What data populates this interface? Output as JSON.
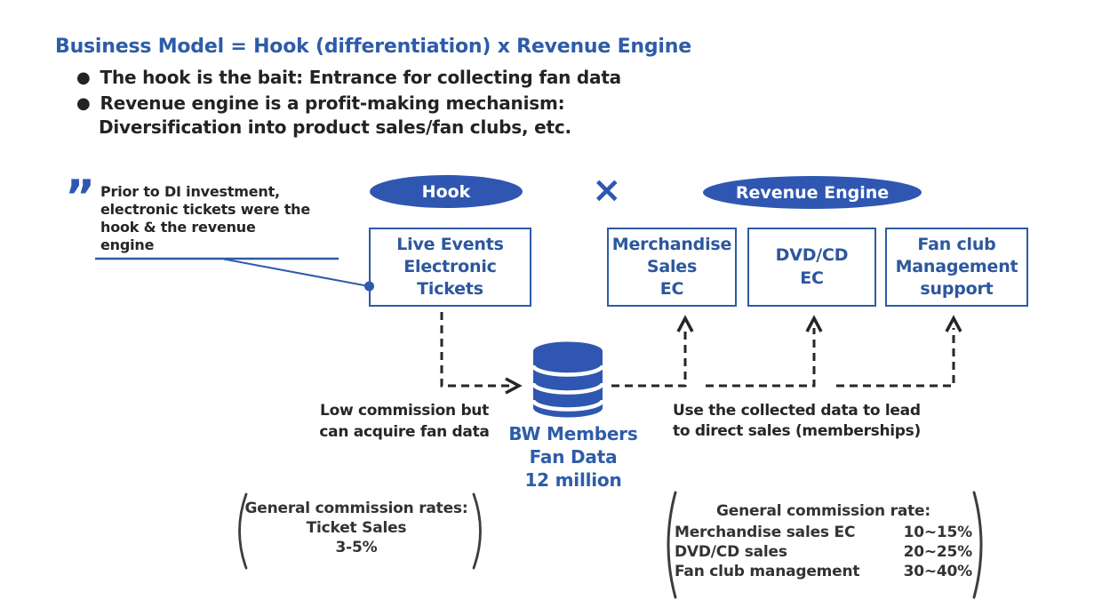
{
  "title": "Business Model = Hook (differentiation) x Revenue Engine",
  "bullet_glyph": "●",
  "bullets": {
    "b1": "The hook is the bait: Entrance for collecting fan data",
    "b2_line1": "Revenue engine is a profit-making mechanism:",
    "b2_line2": "Diversification into product sales/fan clubs, etc."
  },
  "quote": {
    "glyph": "”",
    "lines": [
      "Prior to DI investment,",
      "electronic tickets were the",
      "hook & the revenue",
      "engine"
    ]
  },
  "labels": {
    "hook": "Hook",
    "multiply": "×",
    "revenue_engine": "Revenue Engine"
  },
  "boxes": {
    "live_events": {
      "lines": [
        "Live Events",
        "Electronic",
        "Tickets"
      ]
    },
    "merchandise": {
      "lines": [
        "Merchandise",
        "Sales",
        "EC"
      ]
    },
    "dvd_cd": {
      "lines": [
        "DVD/CD",
        "EC"
      ]
    },
    "fan_club": {
      "lines": [
        "Fan club",
        "Management",
        "support"
      ]
    }
  },
  "database": {
    "icon": "database-cylinder-icon",
    "caption_lines": [
      "BW Members",
      "Fan Data",
      "12 million"
    ]
  },
  "captions": {
    "left_lines": [
      "Low commission but",
      "can acquire fan data"
    ],
    "right_lines": [
      "Use the collected data to lead",
      "to direct sales (memberships)"
    ]
  },
  "commission_left": {
    "lines": [
      "General commission rates:",
      "Ticket Sales",
      "3-5%"
    ]
  },
  "commission_right": {
    "heading": "General commission rate:",
    "rows": [
      {
        "label": "Merchandise sales EC",
        "value": "10∼15%"
      },
      {
        "label": "DVD/CD sales",
        "value": "20∼25%"
      },
      {
        "label": "Fan club management",
        "value": "30∼40%"
      }
    ]
  },
  "colors": {
    "accent_blue": "#2f57b2",
    "line_blue": "#2e5aa8",
    "text_blue": "#2d579e",
    "title_blue": "#2e5ca8",
    "text_dark": "#262626"
  }
}
